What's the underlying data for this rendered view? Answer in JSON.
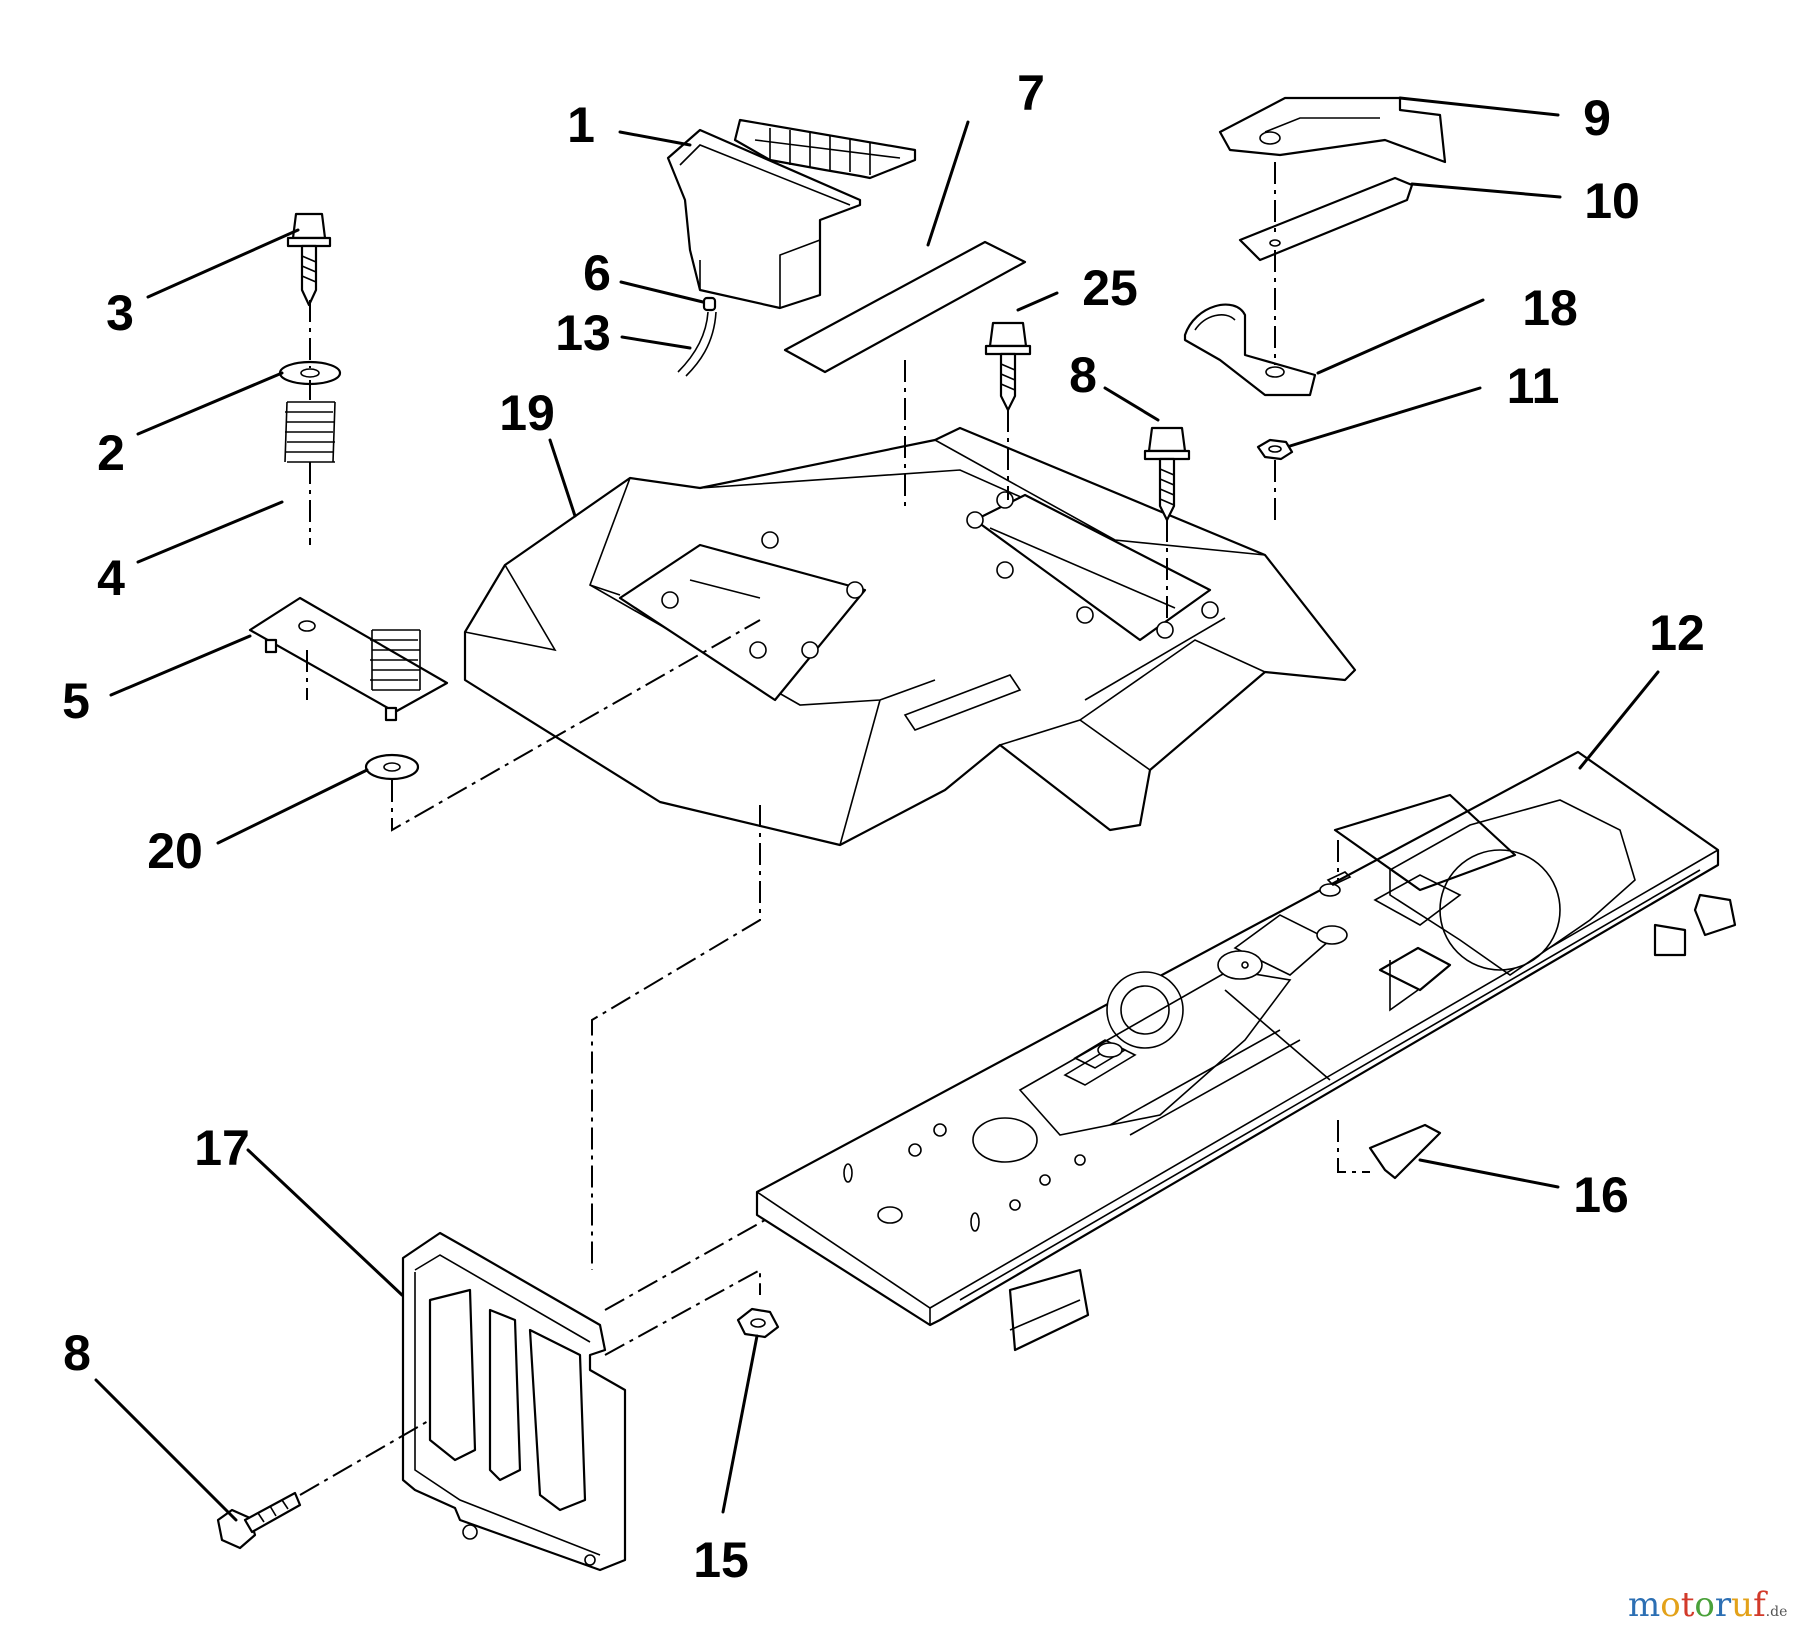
{
  "callouts": {
    "c1": "1",
    "c2": "2",
    "c3": "3",
    "c4": "4",
    "c5": "5",
    "c6": "6",
    "c7": "7",
    "c8a": "8",
    "c8b": "8",
    "c9": "9",
    "c10": "10",
    "c11": "11",
    "c12": "12",
    "c13": "13",
    "c15": "15",
    "c16": "16",
    "c17": "17",
    "c18": "18",
    "c19": "19",
    "c20": "20",
    "c25": "25"
  },
  "watermark": {
    "text": "motoruf",
    "suffix": ".de",
    "colors": [
      "#2c6fb3",
      "#e3a21a",
      "#d23a2a",
      "#4aa13a",
      "#2c6fb3",
      "#e3a21a",
      "#d23a2a"
    ]
  }
}
